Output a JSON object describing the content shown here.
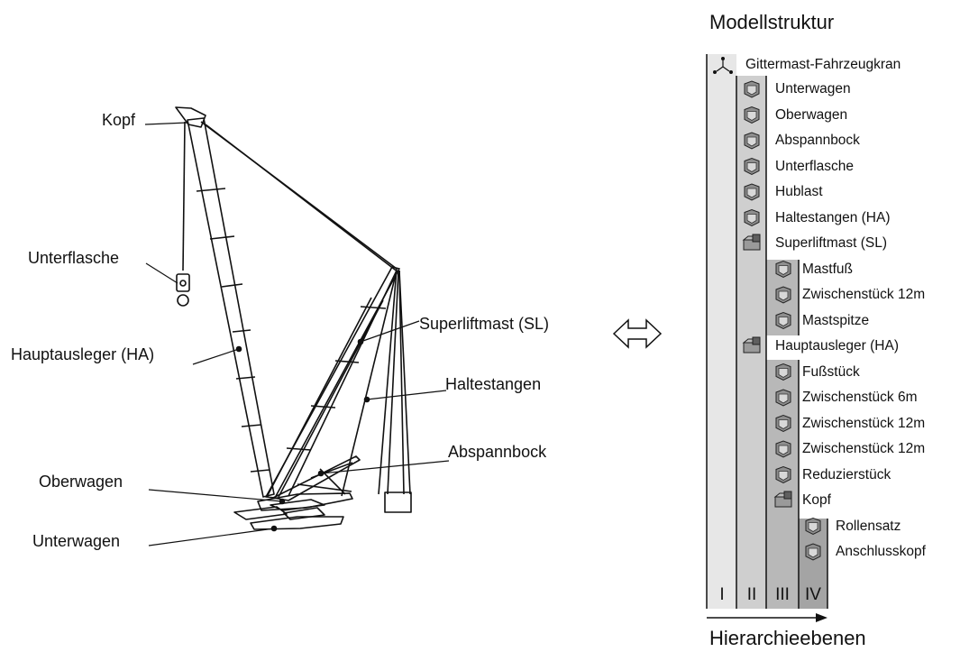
{
  "crane": {
    "labels": {
      "kopf": "Kopf",
      "unterflasche": "Unterflasche",
      "hauptausleger": "Hauptausleger (HA)",
      "oberwagen": "Oberwagen",
      "unterwagen": "Unterwagen",
      "superliftmast": "Superliftmast (SL)",
      "haltestangen": "Haltestangen",
      "abspannbock": "Abspannbock"
    }
  },
  "tree": {
    "title": "Modellstruktur",
    "root": "Gittermast-Fahrzeugkran",
    "items": [
      {
        "label": "Unterwagen",
        "icon": "part-icon",
        "level": 2
      },
      {
        "label": "Oberwagen",
        "icon": "part-icon",
        "level": 2
      },
      {
        "label": "Abspannbock",
        "icon": "part-icon",
        "level": 2
      },
      {
        "label": "Unterflasche",
        "icon": "part-icon",
        "level": 2
      },
      {
        "label": "Hublast",
        "icon": "part-icon",
        "level": 2
      },
      {
        "label": "Haltestangen (HA)",
        "icon": "part-icon",
        "level": 2
      },
      {
        "label": "Superliftmast (SL)",
        "icon": "assembly-icon",
        "level": 2
      },
      {
        "label": "Mastfuß",
        "icon": "part-icon",
        "level": 3
      },
      {
        "label": "Zwischenstück 12m",
        "icon": "part-icon",
        "level": 3
      },
      {
        "label": "Mastspitze",
        "icon": "part-icon",
        "level": 3
      },
      {
        "label": "Hauptausleger (HA)",
        "icon": "assembly-icon",
        "level": 2
      },
      {
        "label": "Fußstück",
        "icon": "part-icon",
        "level": 3
      },
      {
        "label": "Zwischenstück 6m",
        "icon": "part-icon",
        "level": 3
      },
      {
        "label": "Zwischenstück 12m",
        "icon": "part-icon",
        "level": 3
      },
      {
        "label": "Zwischenstück 12m",
        "icon": "part-icon",
        "level": 3
      },
      {
        "label": "Reduzierstück",
        "icon": "part-icon",
        "level": 3
      },
      {
        "label": "Kopf",
        "icon": "assembly-icon",
        "level": 3
      },
      {
        "label": "Rollensatz",
        "icon": "part-icon",
        "level": 4
      },
      {
        "label": "Anschlusskopf",
        "icon": "part-icon",
        "level": 4
      }
    ],
    "levels": [
      "I",
      "II",
      "III",
      "IV"
    ],
    "axis_label": "Hierarchieebenen"
  },
  "connector": {
    "icon": "double-arrow-icon"
  }
}
